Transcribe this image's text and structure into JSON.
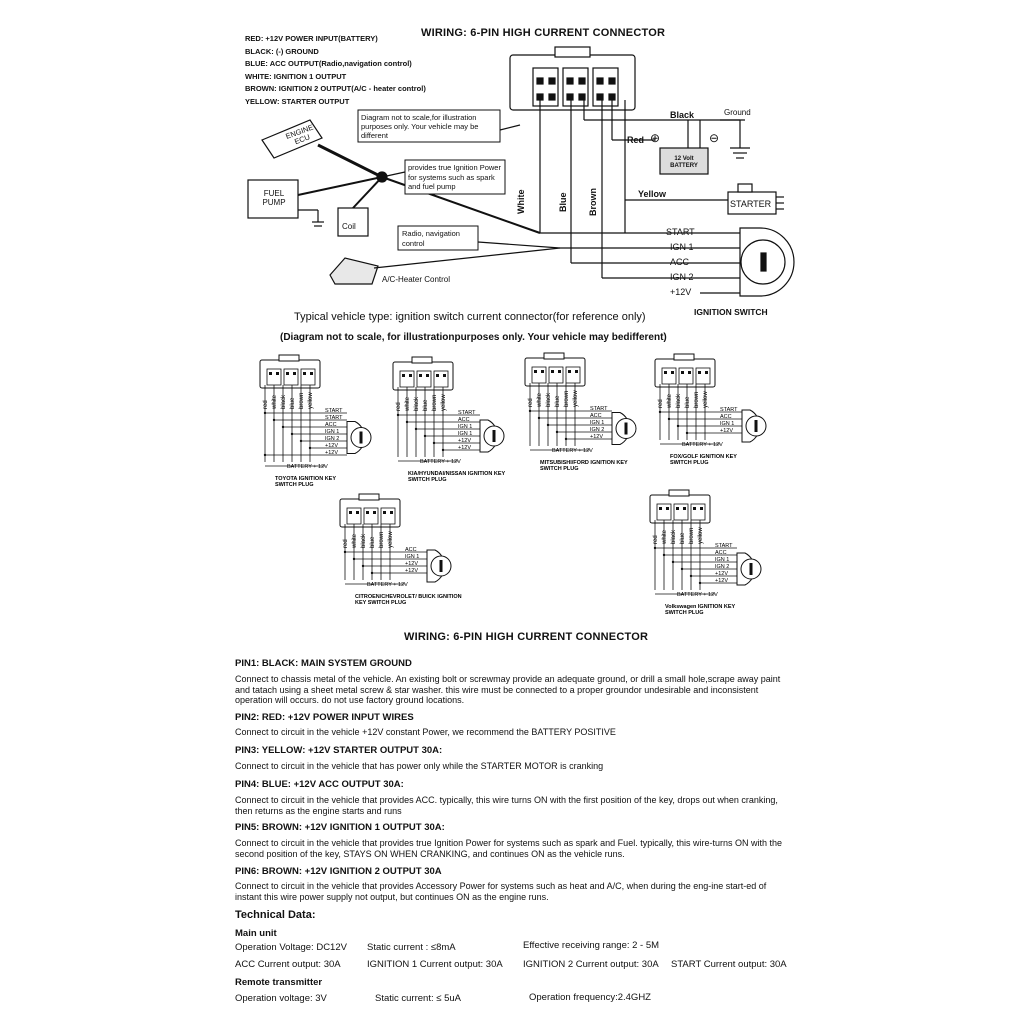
{
  "top_title": "WIRING: 6-PIN HIGH CURRENT CONNECTOR",
  "legend": [
    "RED: +12V POWER INPUT(BATTERY)",
    "BLACK: (-) GROUND",
    "BLUE: ACC OUTPUT(Radio,navigation control)",
    "WHITE: IGNITION 1 OUTPUT",
    "BROWN: IGNITION 2 OUTPUT(A/C - heater control)",
    "YELLOW: STARTER OUTPUT"
  ],
  "main_diagram": {
    "note_scale": "Diagram not to scale,for illustration purposes only. Your vehicle may be different",
    "note_ignition": "provides true Ignition Power for systems such as spark and fuel pump",
    "note_radio": "Radio, navigation control",
    "engine_ecu": "ENGINE ECU",
    "fuel_pump": "FUEL PUMP",
    "coil": "Coil",
    "ac_heater": "A/C-Heater Control",
    "wire_white": "White",
    "wire_blue": "Blue",
    "wire_brown": "Brown",
    "wire_black": "Black",
    "wire_red": "Red",
    "wire_yellow": "Yellow",
    "ground": "Ground",
    "battery": "12 Volt BATTERY",
    "starter": "STARTER",
    "switch_start": "START",
    "switch_ign1": "IGN 1",
    "switch_acc": "ACC",
    "switch_ign2": "IGN 2",
    "switch_12v": "+12V",
    "ignition_switch": "IGNITION SWITCH"
  },
  "typical_title": "Typical vehicle type: ignition switch current connector(for reference only)",
  "typical_note": "(Diagram not to scale, for illustrationpurposes only. Your vehicle may bedifferent)",
  "plugs": [
    {
      "name": "TOYOTA IGNITION KEY SWITCH PLUG",
      "wires": [
        "red",
        "white",
        "black",
        "blue",
        "brown",
        "yellow"
      ],
      "terms": [
        "START",
        "START",
        "ACC",
        "IGN 1",
        "IGN 2",
        "+12V",
        "+12V"
      ],
      "battery": "BATTERY + 12V"
    },
    {
      "name": "KIA/HYUNDAI/NISSAN IGNITION KEY SWITCH PLUG",
      "wires": [
        "red",
        "white",
        "black",
        "blue",
        "brown",
        "yellow"
      ],
      "terms": [
        "START",
        "ACC",
        "IGN 1",
        "IGN 1",
        "+12V",
        "+12V"
      ],
      "battery": "BATTERY + 12V"
    },
    {
      "name": "MITSUBISHI/FORD IGNITION KEY SWITCH PLUG",
      "wires": [
        "red",
        "white",
        "black",
        "blue",
        "brown",
        "yellow"
      ],
      "terms": [
        "START",
        "ACC",
        "IGN 1",
        "IGN 2",
        "+12V"
      ],
      "battery": "BATTERY + 12V"
    },
    {
      "name": "FOX/GOLF IGNITION KEY SWITCH PLUG",
      "wires": [
        "red",
        "white",
        "black",
        "blue",
        "brown",
        "yellow"
      ],
      "terms": [
        "START",
        "ACC",
        "IGN 1",
        "+12V"
      ],
      "battery": "BATTERY + 12V"
    },
    {
      "name": "CITROEN/CHEVROLET/ BUICK IGNITION KEY SWITCH PLUG",
      "wires": [
        "red",
        "white",
        "black",
        "blue",
        "brown",
        "yellow"
      ],
      "terms": [
        "ACC",
        "IGN 1",
        "+12V",
        "+12V"
      ],
      "battery": "BATTERY + 12V"
    },
    {
      "name": "Volkswagen IGNITION KEY SWITCH PLUG",
      "wires": [
        "red",
        "white",
        "black",
        "blue",
        "brown",
        "yellow"
      ],
      "terms": [
        "START",
        "ACC",
        "IGN 1",
        "IGN 2",
        "+12V",
        "+12V"
      ],
      "battery": "BATTERY + 12V"
    }
  ],
  "section_title": "WIRING: 6-PIN HIGH CURRENT CONNECTOR",
  "pins": [
    {
      "head": "PIN1: BLACK: MAIN SYSTEM GROUND",
      "text": "Connect to chassis metal of the vehicle. An existing bolt or screwmay provide an adequate ground, or drill a small hole,scrape away paint and tatach using a sheet metal screw & star washer. this wire must be connected to a proper groundor undesirable and inconsistent operation will occurs. do not use factory ground locations."
    },
    {
      "head": "PIN2: RED: +12V POWER INPUT WIRES",
      "text": "Connect to circuit in the vehicle  +12V constant Power, we recommend the BATTERY POSITIVE"
    },
    {
      "head": "PIN3: YELLOW:  +12V STARTER OUTPUT 30A:",
      "text": "Connect to circuit in the vehicle that has power only while the STARTER MOTOR is cranking"
    },
    {
      "head": "PIN4: BLUE: +12V ACC OUTPUT 30A:",
      "text": "Connect to circuit in the vehicle that provides ACC. typically, this wire turns ON with the first position of the key, drops out when cranking, then returns as the engine starts and runs"
    },
    {
      "head": "PIN5: BROWN: +12V IGNITION 1 OUTPUT 30A:",
      "text": "Connect to circuit in the vehicle that provides true Ignition Power for systems such as spark and Fuel. typically, this wire-turns ON with the second position of the key, STAYS ON WHEN CRANKING, and continues ON as the vehicle runs."
    },
    {
      "head": "PIN6: BROWN: +12V IGNITION 2  OUTPUT 30A",
      "text": "Connect to circuit in the vehicle that provides Accessory Power for systems such as heat and A/C, when during the eng-ine start-ed of instant this wire power supply not output, but  continues ON as the engine runs."
    }
  ],
  "tech": {
    "title": "Technical Data:",
    "main_unit": "Main unit",
    "op_voltage": "Operation Voltage:  DC12V",
    "static_current": "Static current :  ≤8mA",
    "receiving_range": "Effective receiving range: 2 - 5M",
    "acc_current": "ACC Current output:  30A",
    "ign1_current": "IGNITION 1 Current output:  30A",
    "ign2_current": "IGNITION 2 Current output:  30A",
    "start_current": "START Current output:  30A",
    "remote": "Remote transmitter",
    "remote_voltage": "Operation voltage: 3V",
    "remote_static": "Static current: ≤ 5uA",
    "remote_freq": "Operation frequency:2.4GHZ"
  }
}
